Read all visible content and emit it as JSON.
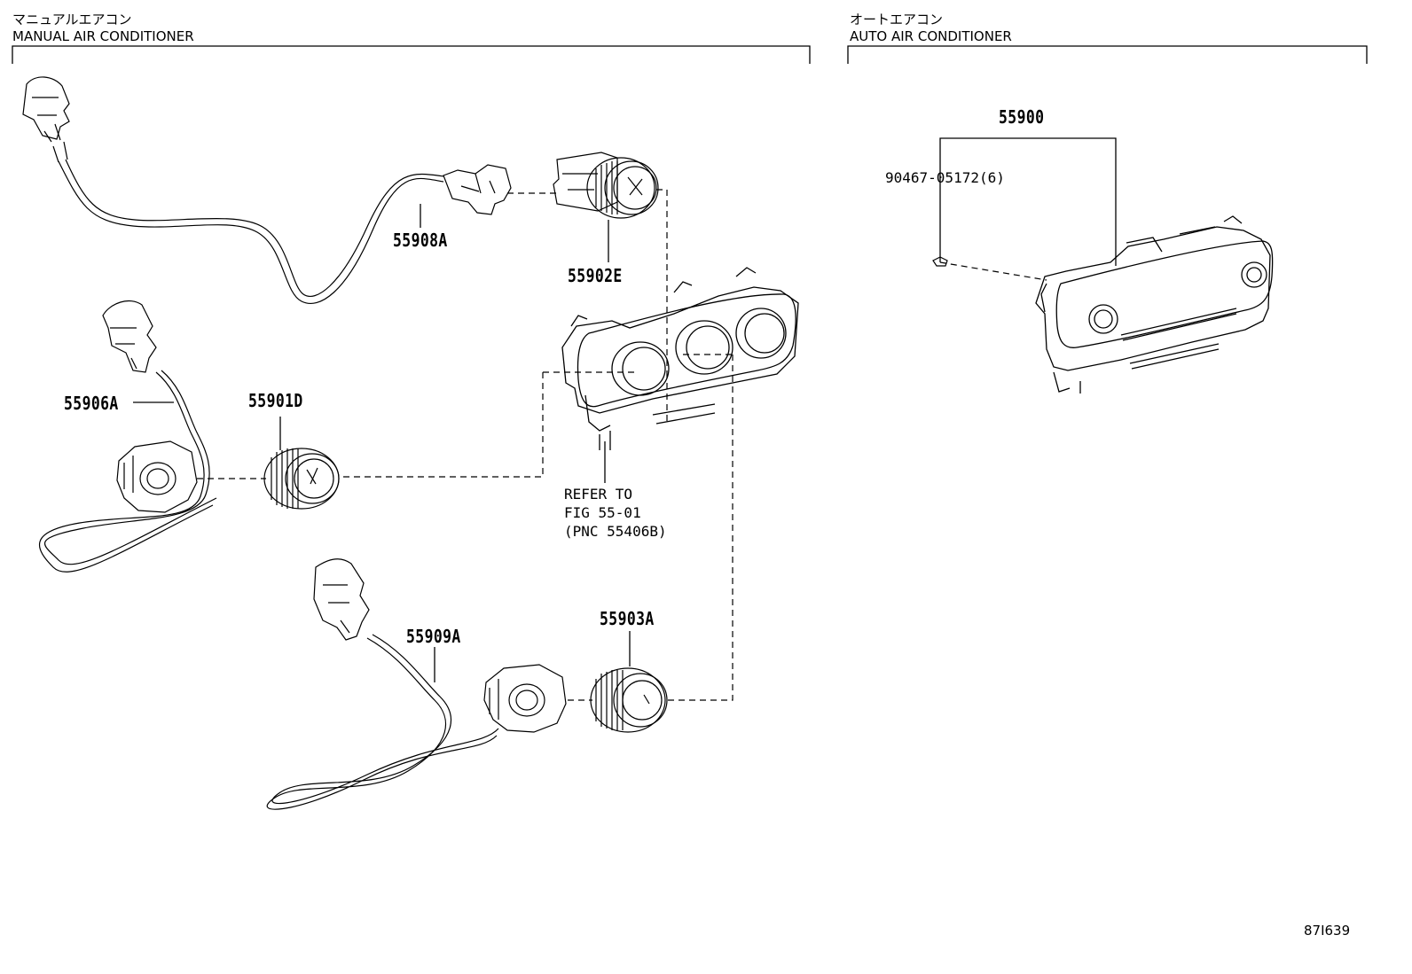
{
  "sections": {
    "manual": {
      "title_jp": "マニュアルエアコン",
      "title_en": "MANUAL AIR CONDITIONER"
    },
    "auto": {
      "title_jp": "オートエアコン",
      "title_en": "AUTO AIR CONDITIONER"
    }
  },
  "parts": {
    "p55908A": "55908A",
    "p55902E": "55902E",
    "p55906A": "55906A",
    "p55901D": "55901D",
    "p55909A": "55909A",
    "p55903A": "55903A",
    "p55900": "55900",
    "p90467": "90467-05172(6)"
  },
  "reference": {
    "line1": "REFER TO",
    "line2": "FIG 55-01",
    "line3": "(PNC 55406B)"
  },
  "figure_id": "87I639"
}
